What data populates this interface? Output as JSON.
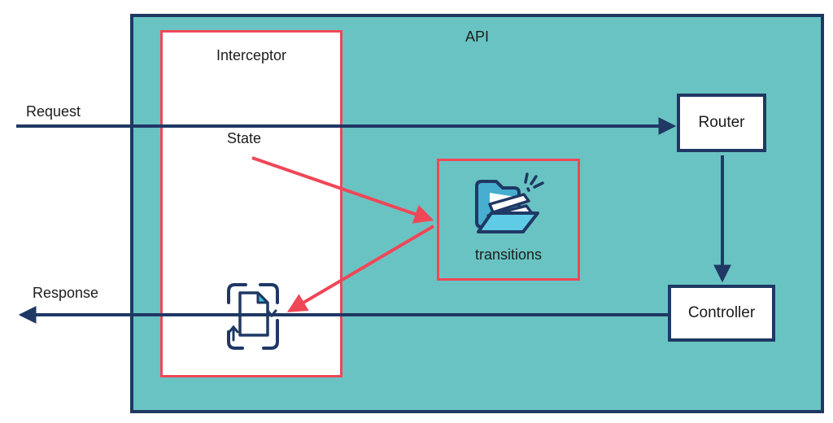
{
  "diagram": {
    "api": {
      "label": "API"
    },
    "interceptor": {
      "label": "Interceptor"
    },
    "state": {
      "label": "State"
    },
    "transitions": {
      "label": "transitions"
    },
    "router": {
      "label": "Router"
    },
    "controller": {
      "label": "Controller"
    },
    "request": {
      "label": "Request"
    },
    "response": {
      "label": "Response"
    }
  },
  "icons": {
    "folder": "open-folder-with-documents-icon",
    "document_sync": "document-sync-icon"
  },
  "colors": {
    "navy": "#1f3864",
    "teal": "#6ac3c3",
    "red": "#ef4757",
    "box_fill": "#ffffff",
    "folder_back": "#47aecf",
    "folder_front": "#5fcbe4",
    "doc_fold": "#45c0dc",
    "text": "#1c1c1c"
  }
}
